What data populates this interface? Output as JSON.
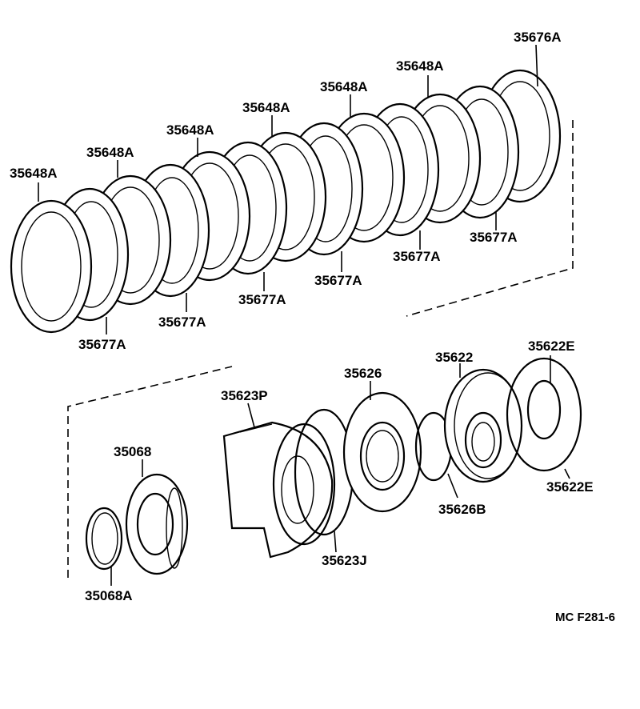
{
  "labels": {
    "p1": "35648A",
    "p2": "35648A",
    "p3": "35648A",
    "p4": "35648A",
    "p5": "35648A",
    "p6": "35648A",
    "p7": "35676A",
    "d1": "35677A",
    "d2": "35677A",
    "d3": "35677A",
    "d4": "35677A",
    "d5": "35677A",
    "d6": "35677A",
    "r1": "35068",
    "r2": "35068A",
    "r3": "35623P",
    "r4": "35623J",
    "r5": "35626",
    "r6": "35626B",
    "r7": "35622",
    "r8": "35622E",
    "r9": "35622E"
  },
  "code": "MC  F281-6"
}
